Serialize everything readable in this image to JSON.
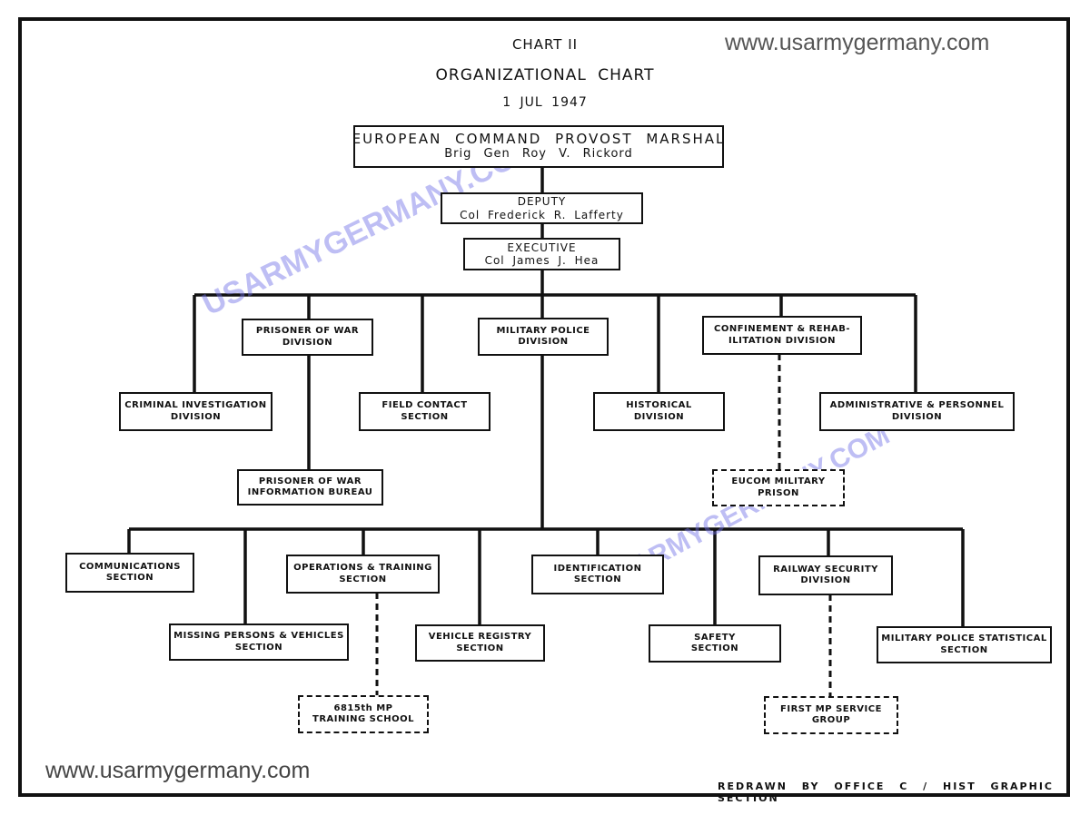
{
  "header": {
    "chart_number": "CHART II",
    "title": "ORGANIZATIONAL CHART",
    "date": "1 JUL 1947"
  },
  "watermarks": {
    "top_url": "www.usarmygermany.com",
    "bottom_url": "www.usarmygermany.com",
    "diagonal_text": "USARMYGERMANY.COM"
  },
  "footer": {
    "credit": "REDRAWN BY OFFICE C / HIST GRAPHIC SECTION"
  },
  "org": {
    "provost_marshal": {
      "title": "EUROPEAN COMMAND PROVOST MARSHAL",
      "name": "Brig Gen Roy V. Rickord"
    },
    "deputy": {
      "title": "DEPUTY",
      "name": "Col Frederick R. Lafferty"
    },
    "executive": {
      "title": "EXECUTIVE",
      "name": "Col James J. Hea"
    },
    "criminal_investigation": [
      "CRIMINAL INVESTIGATION",
      "DIVISION"
    ],
    "pow_division": [
      "PRISONER OF WAR",
      "DIVISION"
    ],
    "pow_info_bureau": [
      "PRISONER OF WAR",
      "INFORMATION BUREAU"
    ],
    "field_contact": [
      "FIELD CONTACT",
      "SECTION"
    ],
    "military_police": [
      "MILITARY POLICE",
      "DIVISION"
    ],
    "historical": [
      "HISTORICAL",
      "DIVISION"
    ],
    "confinement": [
      "CONFINEMENT & REHAB-",
      "ILITATION DIVISION"
    ],
    "eucom_prison": [
      "EUCOM MILITARY",
      "PRISON"
    ],
    "admin_personnel": [
      "ADMINISTRATIVE & PERSONNEL",
      "DIVISION"
    ],
    "communications": [
      "COMMUNICATIONS",
      "SECTION"
    ],
    "missing_persons": [
      "MISSING PERSONS & VEHICLES",
      "SECTION"
    ],
    "operations_training": [
      "OPERATIONS & TRAINING",
      "SECTION"
    ],
    "training_school": [
      "6815th MP",
      "TRAINING SCHOOL"
    ],
    "vehicle_registry": [
      "VEHICLE REGISTRY",
      "SECTION"
    ],
    "identification": [
      "IDENTIFICATION",
      "SECTION"
    ],
    "safety": [
      "SAFETY",
      "SECTION"
    ],
    "railway_security": [
      "RAILWAY SECURITY",
      "DIVISION"
    ],
    "first_mp_group": [
      "FIRST MP SERVICE",
      "GROUP"
    ],
    "mp_statistical": [
      "MILITARY POLICE STATISTICAL",
      "SECTION"
    ]
  }
}
